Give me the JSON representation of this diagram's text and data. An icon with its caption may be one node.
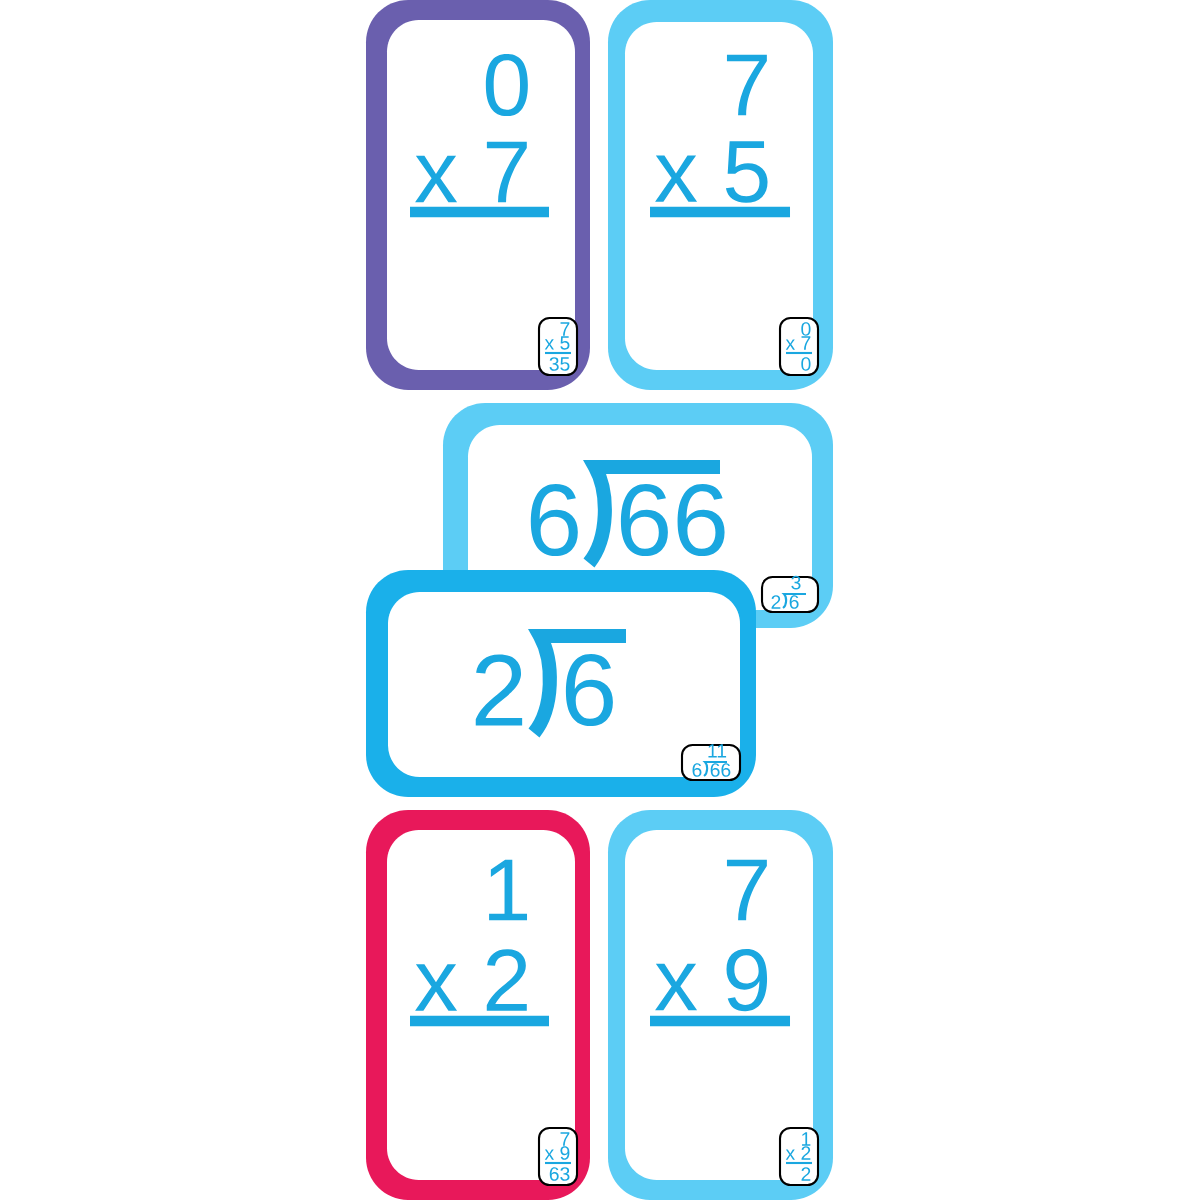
{
  "diagram": {
    "nodes": [
      {
        "text": [
          "0",
          "x 7"
        ]
      },
      {
        "text": [
          "7",
          "x 5",
          "35"
        ],
        "in": 0
      },
      {
        "text": [
          "7",
          "x 5"
        ]
      },
      {
        "text": [
          "0",
          "x 7",
          "0"
        ],
        "in": 2
      },
      {
        "text": [
          "6",
          "66"
        ]
      },
      {
        "text": [
          "3",
          "2",
          "6"
        ],
        "in": 4
      },
      {
        "text": [
          "2",
          "6"
        ]
      },
      {
        "text": [
          "11",
          "6",
          "66"
        ],
        "in": 6
      },
      {
        "text": [
          "1",
          "x 2"
        ]
      },
      {
        "text": [
          "7",
          "x 9",
          "63"
        ],
        "in": 8
      },
      {
        "text": [
          "7",
          "x 9"
        ]
      },
      {
        "text": [
          "1",
          "x 2",
          "2"
        ],
        "in": 10
      }
    ]
  }
}
